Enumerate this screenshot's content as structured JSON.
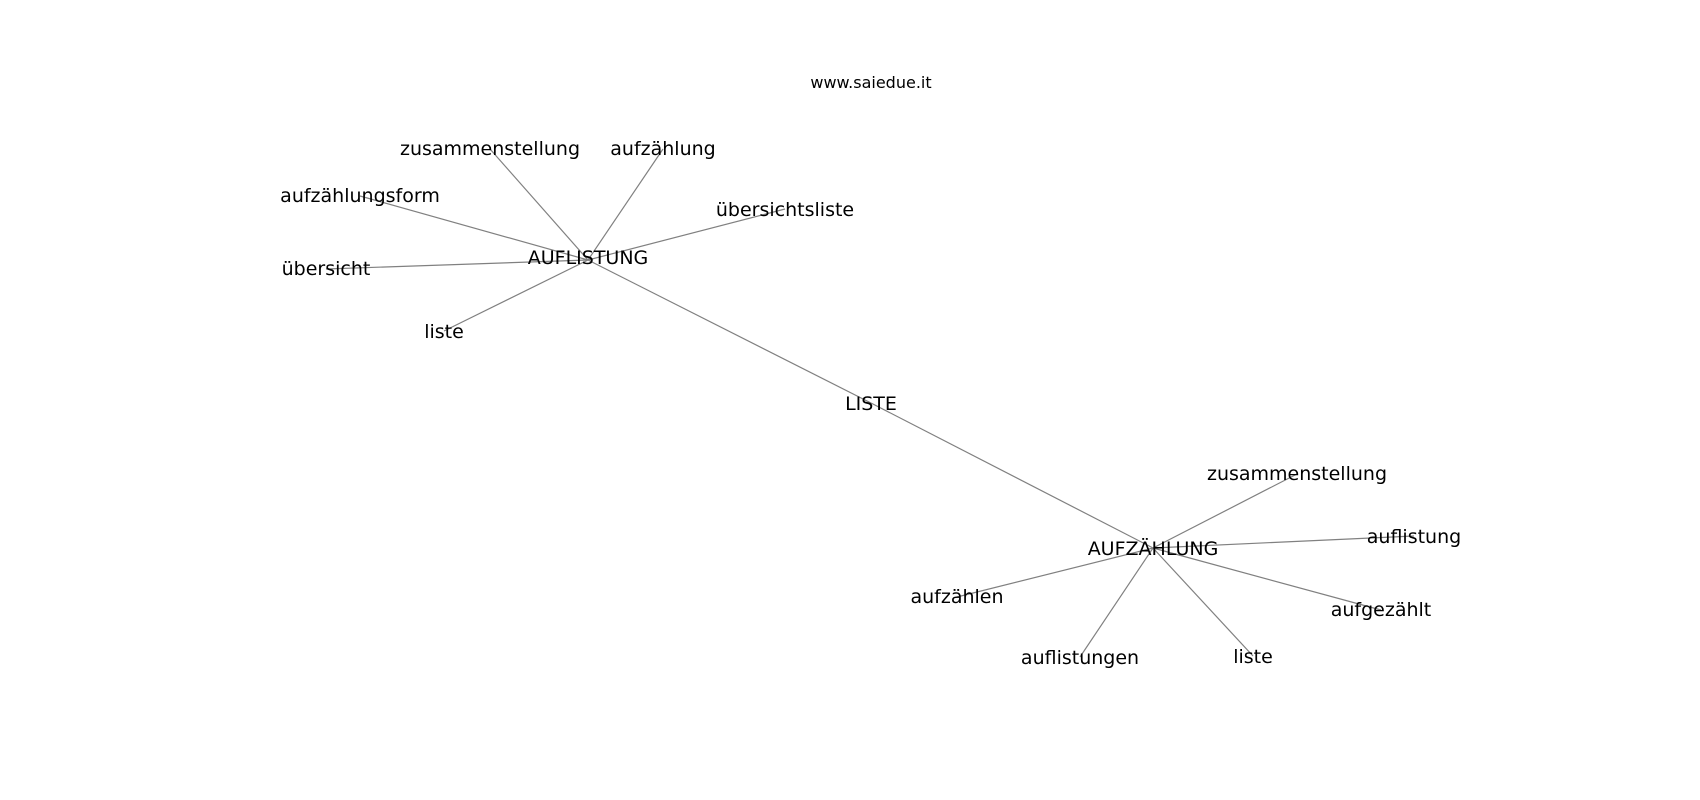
{
  "watermark": "www.saiedue.it",
  "graph": {
    "root": "LISTE",
    "hubs": [
      {
        "label": "AUFLISTUNG",
        "children": [
          "zusammenstellung",
          "aufzählung",
          "aufzählungsform",
          "übersichtsliste",
          "übersicht",
          "liste"
        ]
      },
      {
        "label": "AUFZÄHLUNG",
        "children": [
          "zusammenstellung",
          "auflistung",
          "aufzählen",
          "aufgezählt",
          "auflistungen",
          "liste"
        ]
      }
    ]
  }
}
